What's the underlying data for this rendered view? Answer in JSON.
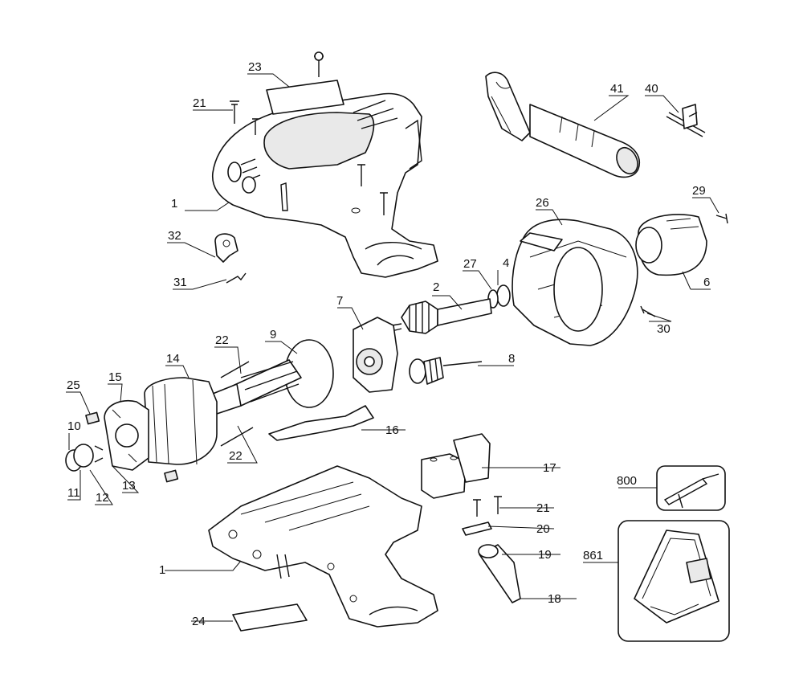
{
  "diagram": {
    "callouts": [
      {
        "id": "c1a",
        "text": "1"
      },
      {
        "id": "c1b",
        "text": "1"
      },
      {
        "id": "c2",
        "text": "2"
      },
      {
        "id": "c4",
        "text": "4"
      },
      {
        "id": "c6",
        "text": "6"
      },
      {
        "id": "c7",
        "text": "7"
      },
      {
        "id": "c8",
        "text": "8"
      },
      {
        "id": "c9",
        "text": "9"
      },
      {
        "id": "c10",
        "text": "10"
      },
      {
        "id": "c11",
        "text": "11"
      },
      {
        "id": "c12",
        "text": "12"
      },
      {
        "id": "c13",
        "text": "13"
      },
      {
        "id": "c14",
        "text": "14"
      },
      {
        "id": "c15",
        "text": "15"
      },
      {
        "id": "c16",
        "text": "16"
      },
      {
        "id": "c17",
        "text": "17"
      },
      {
        "id": "c18",
        "text": "18"
      },
      {
        "id": "c19",
        "text": "19"
      },
      {
        "id": "c20",
        "text": "20"
      },
      {
        "id": "c21a",
        "text": "21"
      },
      {
        "id": "c21b",
        "text": "21"
      },
      {
        "id": "c22a",
        "text": "22"
      },
      {
        "id": "c22b",
        "text": "22"
      },
      {
        "id": "c23",
        "text": "23"
      },
      {
        "id": "c24",
        "text": "24"
      },
      {
        "id": "c25",
        "text": "25"
      },
      {
        "id": "c26",
        "text": "26"
      },
      {
        "id": "c27",
        "text": "27"
      },
      {
        "id": "c29",
        "text": "29"
      },
      {
        "id": "c30",
        "text": "30"
      },
      {
        "id": "c31",
        "text": "31"
      },
      {
        "id": "c32",
        "text": "32"
      },
      {
        "id": "c40",
        "text": "40"
      },
      {
        "id": "c41",
        "text": "41"
      },
      {
        "id": "c800",
        "text": "800"
      },
      {
        "id": "c861",
        "text": "861"
      }
    ]
  }
}
